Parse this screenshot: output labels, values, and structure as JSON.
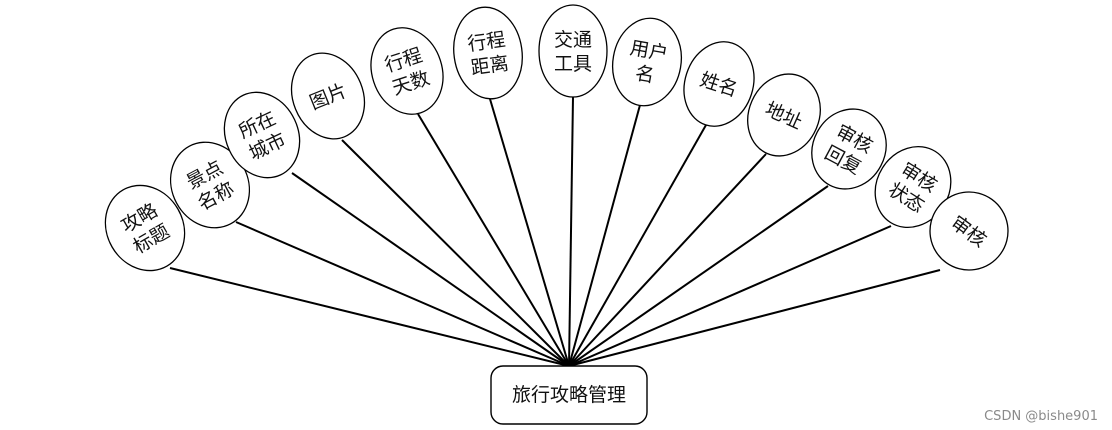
{
  "entity": {
    "label": "旅行攻略管理"
  },
  "attributes": [
    {
      "lines": [
        "攻略",
        "标题"
      ]
    },
    {
      "lines": [
        "景点",
        "名称"
      ]
    },
    {
      "lines": [
        "所在",
        "城市"
      ]
    },
    {
      "lines": [
        "图片"
      ]
    },
    {
      "lines": [
        "行程",
        "天数"
      ]
    },
    {
      "lines": [
        "行程",
        "距离"
      ]
    },
    {
      "lines": [
        "交通",
        "工具"
      ]
    },
    {
      "lines": [
        "用户",
        "名"
      ]
    },
    {
      "lines": [
        "姓名"
      ]
    },
    {
      "lines": [
        "地址"
      ]
    },
    {
      "lines": [
        "审核",
        "回复"
      ]
    },
    {
      "lines": [
        "审核",
        "状态"
      ]
    },
    {
      "lines": [
        "审核"
      ]
    }
  ],
  "watermark": "CSDN @bishe901"
}
